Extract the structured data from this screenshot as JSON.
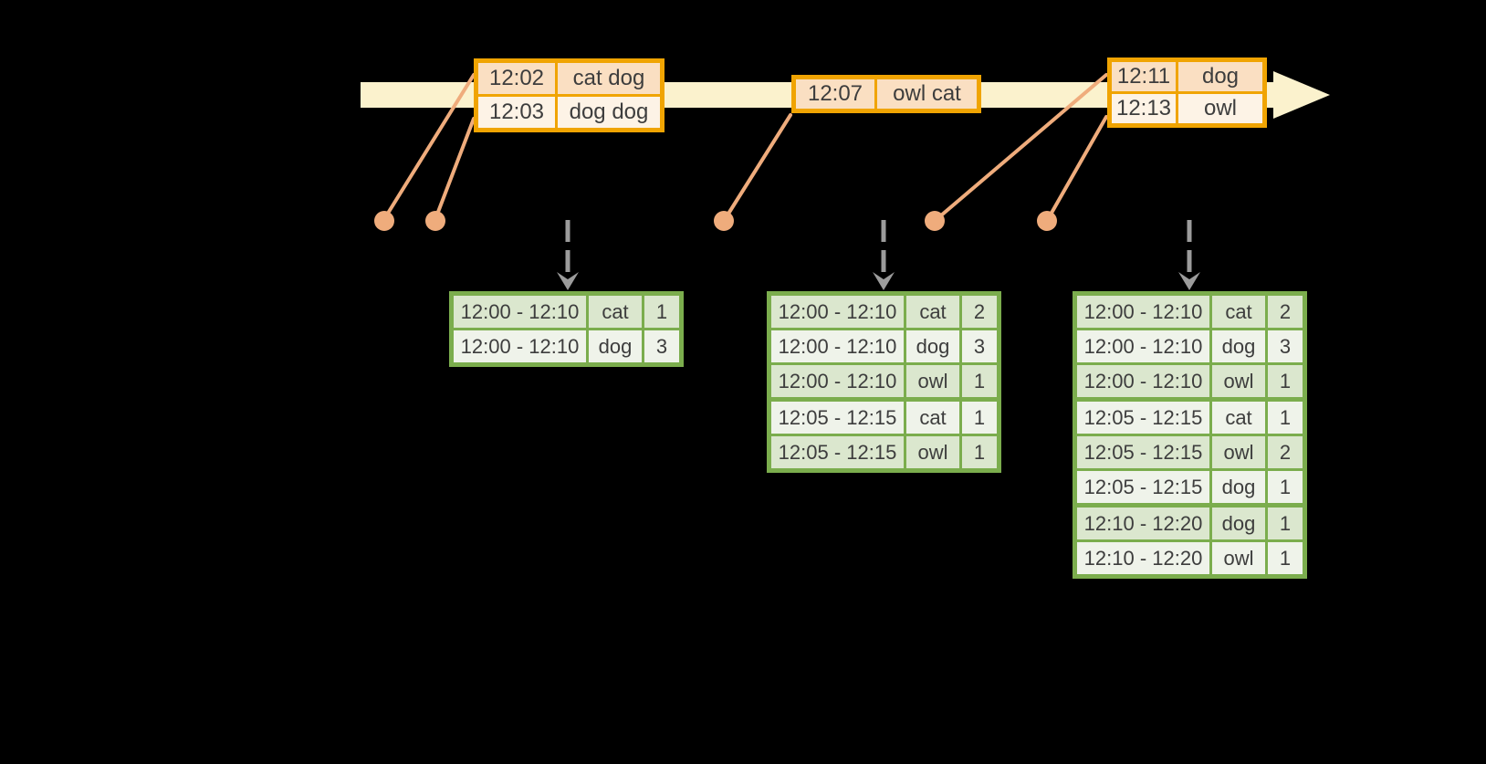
{
  "canvas": {
    "background": "#000000"
  },
  "colors": {
    "timeline_fill": "#FBF2CD",
    "event_border": "#F0A402",
    "event_row_dark": "#FADFC2",
    "event_row_light": "#FDF3E6",
    "connector": "#EFAC7C",
    "trigger_arrow": "#9C9C9C",
    "result_border": "#7BAD4D",
    "result_row_dark": "#DBE7CE",
    "result_row_light": "#EFF3EA",
    "text": "#3D3D3D"
  },
  "event_stream": {
    "tables": [
      {
        "rows": [
          {
            "time": "12:02",
            "words": "cat dog"
          },
          {
            "time": "12:03",
            "words": "dog dog"
          }
        ]
      },
      {
        "rows": [
          {
            "time": "12:07",
            "words": "owl cat"
          }
        ]
      },
      {
        "rows": [
          {
            "time": "12:11",
            "words": "dog"
          },
          {
            "time": "12:13",
            "words": "owl"
          }
        ]
      }
    ]
  },
  "result_tables": [
    {
      "groups": [
        [
          {
            "window": "12:00 - 12:10",
            "word": "cat",
            "count": "1"
          },
          {
            "window": "12:00 - 12:10",
            "word": "dog",
            "count": "3"
          }
        ]
      ]
    },
    {
      "groups": [
        [
          {
            "window": "12:00 - 12:10",
            "word": "cat",
            "count": "2"
          },
          {
            "window": "12:00 - 12:10",
            "word": "dog",
            "count": "3"
          },
          {
            "window": "12:00 - 12:10",
            "word": "owl",
            "count": "1"
          }
        ],
        [
          {
            "window": "12:05 - 12:15",
            "word": "cat",
            "count": "1"
          },
          {
            "window": "12:05 - 12:15",
            "word": "owl",
            "count": "1"
          }
        ]
      ]
    },
    {
      "groups": [
        [
          {
            "window": "12:00 - 12:10",
            "word": "cat",
            "count": "2"
          },
          {
            "window": "12:00 - 12:10",
            "word": "dog",
            "count": "3"
          },
          {
            "window": "12:00 - 12:10",
            "word": "owl",
            "count": "1"
          }
        ],
        [
          {
            "window": "12:05 - 12:15",
            "word": "cat",
            "count": "1"
          },
          {
            "window": "12:05 - 12:15",
            "word": "owl",
            "count": "2"
          },
          {
            "window": "12:05 - 12:15",
            "word": "dog",
            "count": "1"
          }
        ],
        [
          {
            "window": "12:10 - 12:20",
            "word": "dog",
            "count": "1"
          },
          {
            "window": "12:10 - 12:20",
            "word": "owl",
            "count": "1"
          }
        ]
      ]
    }
  ]
}
